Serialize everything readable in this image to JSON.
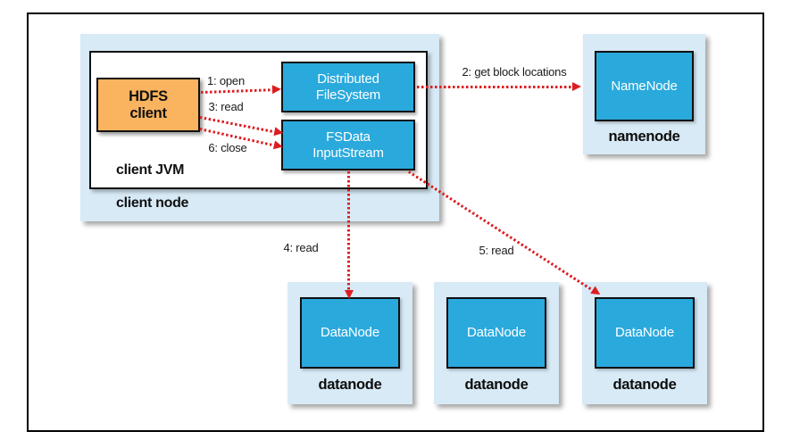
{
  "colors": {
    "card_bg": "#d7eaf6",
    "box_blue": "#2aa9dc",
    "client_orange": "#fab45f",
    "arrow_red": "#dd1d21",
    "border_black": "#111111"
  },
  "client_node": {
    "caption": "client node",
    "jvm_caption": "client JVM"
  },
  "hdfs_client": {
    "line1": "HDFS",
    "line2": "client"
  },
  "distributed_filesystem": {
    "line1": "Distributed",
    "line2": "FileSystem"
  },
  "fsdata_inputstream": {
    "line1": "FSData",
    "line2": "InputStream"
  },
  "namenode": {
    "box_label": "NameNode",
    "caption": "namenode"
  },
  "datanodes": [
    {
      "box_label": "DataNode",
      "caption": "datanode"
    },
    {
      "box_label": "DataNode",
      "caption": "datanode"
    },
    {
      "box_label": "DataNode",
      "caption": "datanode"
    }
  ],
  "arrow_labels": {
    "open": "1: open",
    "get_block_locations": "2: get block locations",
    "read3": "3: read",
    "read4": "4: read",
    "read5": "5: read",
    "close": "6: close"
  }
}
